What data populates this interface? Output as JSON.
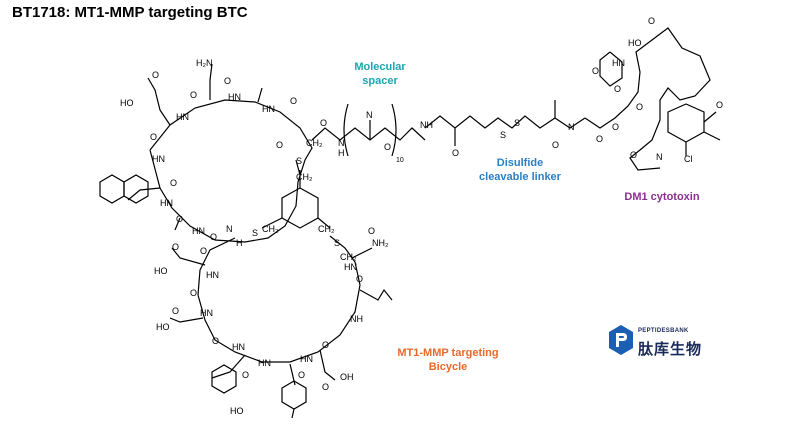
{
  "title": "BT1718: MT1-MMP targeting BTC",
  "labels": {
    "spacer": "Molecular\nspacer",
    "linker": "Disulfide\ncleavable linker",
    "payload": "DM1 cytotoxin",
    "bicycle": "MT1-MMP targeting\nBicycle"
  },
  "colors": {
    "spacer": "#1aa6b0",
    "linker": "#2a7fc4",
    "payload": "#8b2f8f",
    "bicycle": "#e8692a",
    "logo": "#1a5fb4"
  },
  "logo": {
    "icon": "peptidesbank-logo-icon",
    "name_en": "PEPTIDESBANK",
    "name_cn": "肽库生物"
  },
  "atoms": {
    "nh2_top": "H₂N",
    "o": "O",
    "hn": "HN",
    "nh": "NH",
    "ho": "HO",
    "oh": "OH",
    "n": "N",
    "h": "H",
    "s": "S",
    "ch2": "CH₂",
    "nh2": "NH₂",
    "cl": "Cl",
    "repeat_10": "10"
  }
}
